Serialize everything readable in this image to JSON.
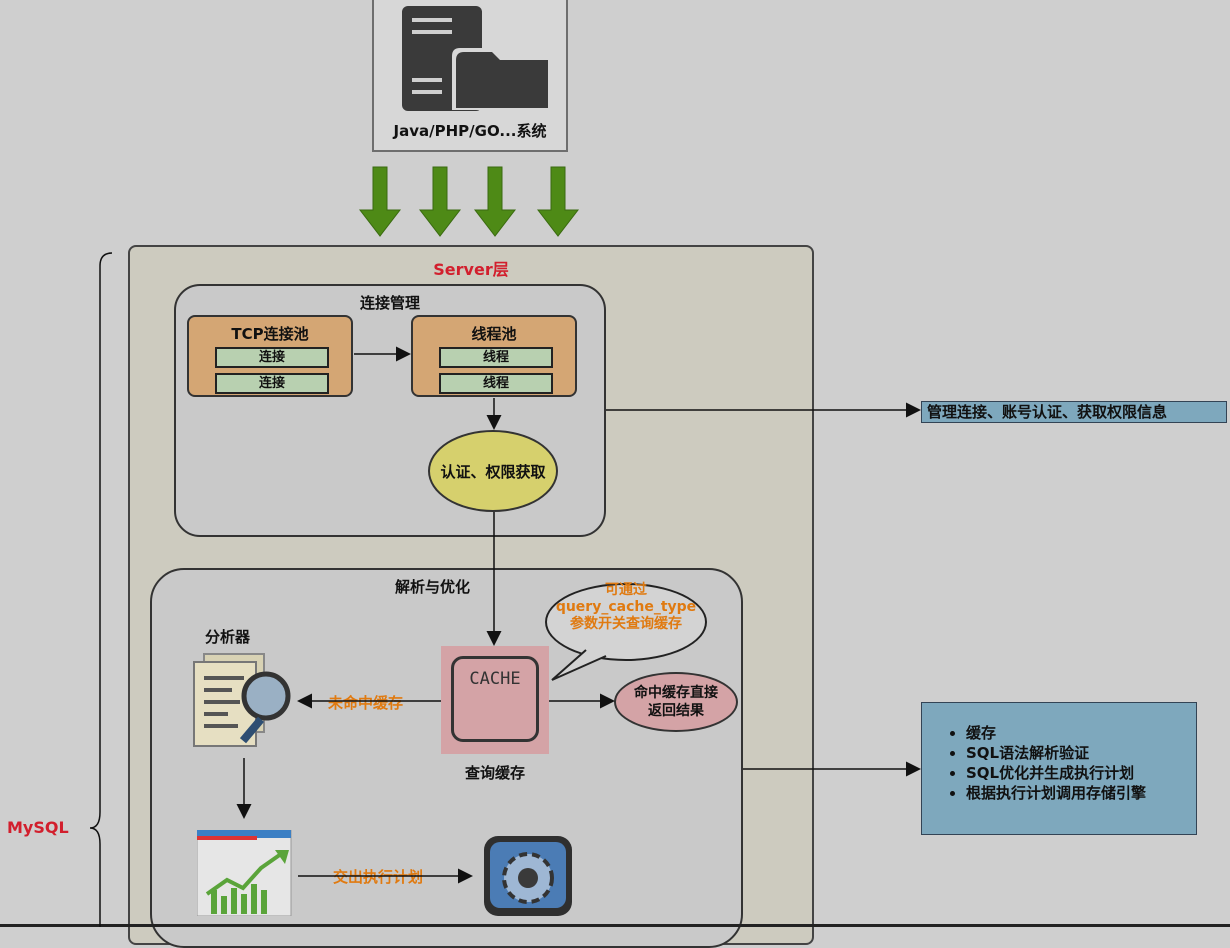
{
  "client": {
    "label": "Java/PHP/GO...系统"
  },
  "server": {
    "title": "Server层"
  },
  "connection_mgmt": {
    "title": "连接管理",
    "tcp_pool": {
      "title": "TCP连接池",
      "items": [
        "连接",
        "连接"
      ]
    },
    "thread_pool": {
      "title": "线程池",
      "items": [
        "线程",
        "线程"
      ]
    },
    "auth": "认证、权限获取"
  },
  "parse_opt": {
    "title": "解析与优化",
    "cache": {
      "icon_text": "CACHE",
      "label": "查询缓存"
    },
    "bubble_lines": [
      "可通过",
      "query_cache_type",
      "参数开关查询缓存"
    ],
    "hit_lines": [
      "命中缓存直接",
      "返回结果"
    ],
    "analyzer": "分析器",
    "miss_label": "未命中缓存",
    "plan_label": "交出执行计划"
  },
  "right_info": {
    "connection_summary": "管理连接、账号认证、获取权限信息",
    "parse_summary": [
      "缓存",
      "SQL语法解析验证",
      "SQL优化并生成执行计划",
      "根据执行计划调用存储引擎"
    ]
  },
  "mysql_label": "MySQL",
  "colors": {
    "accent_red": "#d21f2d",
    "orange": "#e07a10",
    "green_arrow": "#4e8a16",
    "info_blue": "#7ea8bd"
  }
}
